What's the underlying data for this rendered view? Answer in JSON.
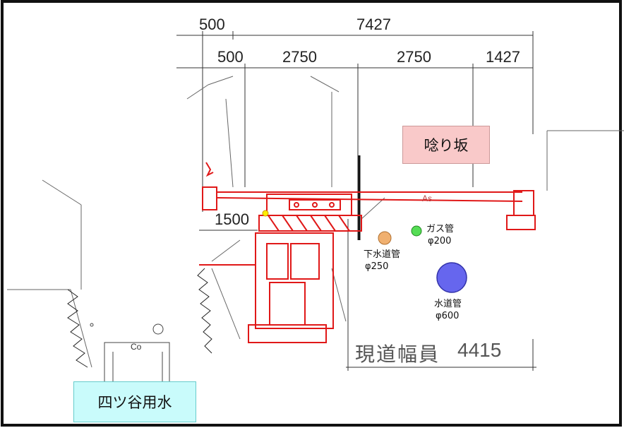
{
  "title": "唸り坂",
  "canal_label": "四ツ谷用水",
  "dimensions": {
    "top_left": "500",
    "top_total": "7427",
    "sub_1": "500",
    "sub_2": "2750",
    "sub_3": "2750",
    "sub_4": "1427",
    "side": "1500"
  },
  "utilities": {
    "gas": {
      "name": "ガス管",
      "size": "φ200",
      "color": "#55dd55"
    },
    "sewer": {
      "name": "下水道管",
      "size": "φ250",
      "color": "#f0b070"
    },
    "water": {
      "name": "水道管",
      "size": "φ600",
      "color": "#6666ee"
    }
  },
  "road_width": {
    "label": "現道幅員",
    "value": "4415"
  },
  "marks": {
    "asphalt": "As",
    "concrete": "Co"
  },
  "colors": {
    "structure": "#e01818",
    "title_bg": "#f9c9c9",
    "canal_bg": "#c9fbfb"
  }
}
